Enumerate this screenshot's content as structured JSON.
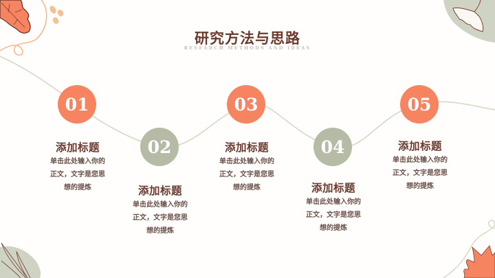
{
  "slide": {
    "title": "研究方法与思路",
    "subtitle": "RESEARCH METHODS AND IDEAS",
    "colors": {
      "accent_orange": "#f78460",
      "accent_green": "#b5bba4",
      "title_brown": "#6b3a2e",
      "line_green": "#d4d8c6"
    },
    "steps": [
      {
        "number": "01",
        "color": "orange",
        "heading": "添加标题",
        "body_line1": "单击此处输入你的",
        "body_line2": "正文，文字是您思",
        "body_line3": "想的提炼"
      },
      {
        "number": "02",
        "color": "green",
        "heading": "添加标题",
        "body_line1": "单击此处输入你的",
        "body_line2": "正文，文字是您思",
        "body_line3": "想的提炼"
      },
      {
        "number": "03",
        "color": "orange",
        "heading": "添加标题",
        "body_line1": "单击此处输入你的",
        "body_line2": "正文，文字是您思",
        "body_line3": "想的提炼"
      },
      {
        "number": "04",
        "color": "green",
        "heading": "添加标题",
        "body_line1": "单击此处输入你的",
        "body_line2": "正文，文字是您思",
        "body_line3": "想的提炼"
      },
      {
        "number": "05",
        "color": "orange",
        "heading": "添加标题",
        "body_line1": "单击此处输入你的",
        "body_line2": "正文，文字是您思",
        "body_line3": "想的提炼"
      }
    ]
  }
}
